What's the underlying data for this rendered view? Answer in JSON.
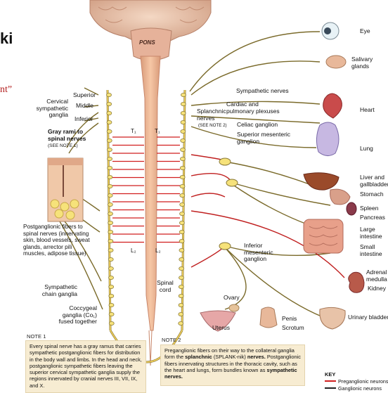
{
  "fragments": {
    "title_k": "ki",
    "quote": "nt”"
  },
  "brain": {
    "pons": "PONS"
  },
  "cervical": {
    "group": "Cervical\nsympathetic\nganglia",
    "superior": "Superior",
    "middle": "Middle",
    "inferior": "Inferior"
  },
  "spine": {
    "t1_left": "T₁",
    "t1_right": "T₁",
    "l2_left": "L₂",
    "l2_right": "L₂",
    "cord": "Spinal\ncord"
  },
  "labels": {
    "gray_rami": "Gray rami to\nspinal nerves",
    "gray_rami_note": "(SEE NOTE 1)",
    "splanchnic": "Splanchnic\nnerves",
    "splanchnic_note": "(SEE NOTE 2)",
    "sympathetic_nerves": "Sympathetic nerves",
    "cardiac": "Cardiac and\npulmonary plexuses",
    "celiac": "Celiac ganglion",
    "superior_mesenteric": "Superior mesenteric\nganglion",
    "inferior_mesenteric": "Inferior\nmesenteric\nganglion",
    "postganglionic": "Postganglionic fibers to\nspinal nerves (innervating\nskin, blood vessels, sweat\nglands, arrector pili\nmuscles, adipose tissue)",
    "chain_ganglia": "Sympathetic\nchain ganglia",
    "coccygeal": "Coccygeal\nganglia (Co₁)\nfused together"
  },
  "organs": {
    "eye": "Eye",
    "salivary": "Salivary\nglands",
    "heart": "Heart",
    "lung": "Lung",
    "liver": "Liver and\ngallbladder",
    "stomach": "Stomach",
    "spleen": "Spleen",
    "pancreas": "Pancreas",
    "large_intestine": "Large\nintestine",
    "small_intestine": "Small\nintestine",
    "adrenal": "Adrenal\nmedulla",
    "kidney": "Kidney",
    "ovary": "Ovary",
    "uterus": "Uterus",
    "penis": "Penis",
    "scrotum": "Scrotum",
    "bladder": "Urinary bladder"
  },
  "note1": {
    "title": "NOTE 1",
    "text": "Every spinal nerve has a gray ramus that carries sympathetic postganglionic fibers for distribution in the body wall and limbs. In the head and neck, postganglionic sympathetic fibers leaving the superior cervical sympathetic ganglia supply the regions innervated by cranial nerves III, VII, IX, and X."
  },
  "note2": {
    "title": "NOTE 2",
    "text_a": "Preganglionic fibers on their way to the collateral ganglia form the ",
    "bold_a": "splanchnic",
    "text_b": " (SPLANK-nik) ",
    "bold_b": "nerves.",
    "text_c": " Postganglionic fibers innervating structures in the thoracic cavity, such as the heart and lungs, form bundles known as ",
    "bold_c": "sympathetic nerves."
  },
  "key": {
    "title": "KEY",
    "pre": "Preganglionic neurons",
    "gang": "Ganglionic neurons"
  },
  "colors": {
    "preganglionic": "#d11f1f",
    "ganglionic": "#222222",
    "nerve_fill": "#f3d15a",
    "cord": "#efb58f",
    "ganglion": "#f6e27a",
    "note_bg": "#f7ecd2"
  }
}
